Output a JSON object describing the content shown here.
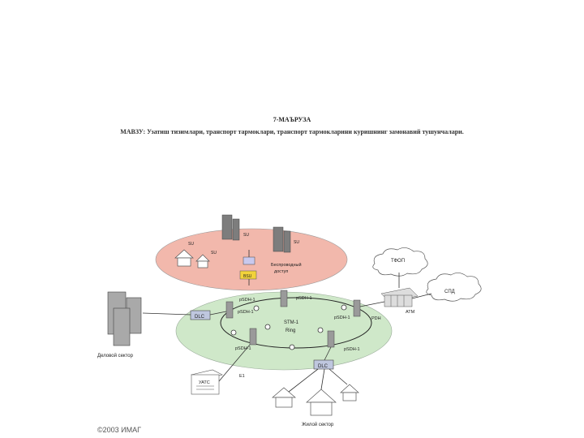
{
  "document": {
    "title": "7-МАЪРУЗА",
    "subtitle": "МАВЗУ: Узатиш тизимлари, транспорт тармоклари, транспорт тармокларини куришнинг замонавий тушунчалари."
  },
  "diagram": {
    "ring": {
      "title": "STM-1",
      "subtitle": "Ring"
    },
    "wireless": {
      "bss_label": "BSU",
      "access_line1": "Беспроводный",
      "access_line2": "доступ",
      "su_label": "SU"
    },
    "nodes": {
      "psdh": "pSDH-1",
      "dlc": "DLC",
      "pdh": "PDH",
      "atm": "ATM",
      "e1": "E1",
      "ucts": "УАТС"
    },
    "clouds": {
      "tfop": "ТФОП",
      "spd": "СПД"
    },
    "sectors": {
      "business": "Деловой сектор",
      "residential": "Жилой сектор"
    }
  },
  "footer": {
    "copyright": "©2003 ИМАГ"
  },
  "colors": {
    "wireless_ellipse": "#f2b8ac",
    "ring_ellipse": "#cfe8c9",
    "dlc_box": "#bfc7df",
    "bsu_box": "#f2d23a"
  }
}
